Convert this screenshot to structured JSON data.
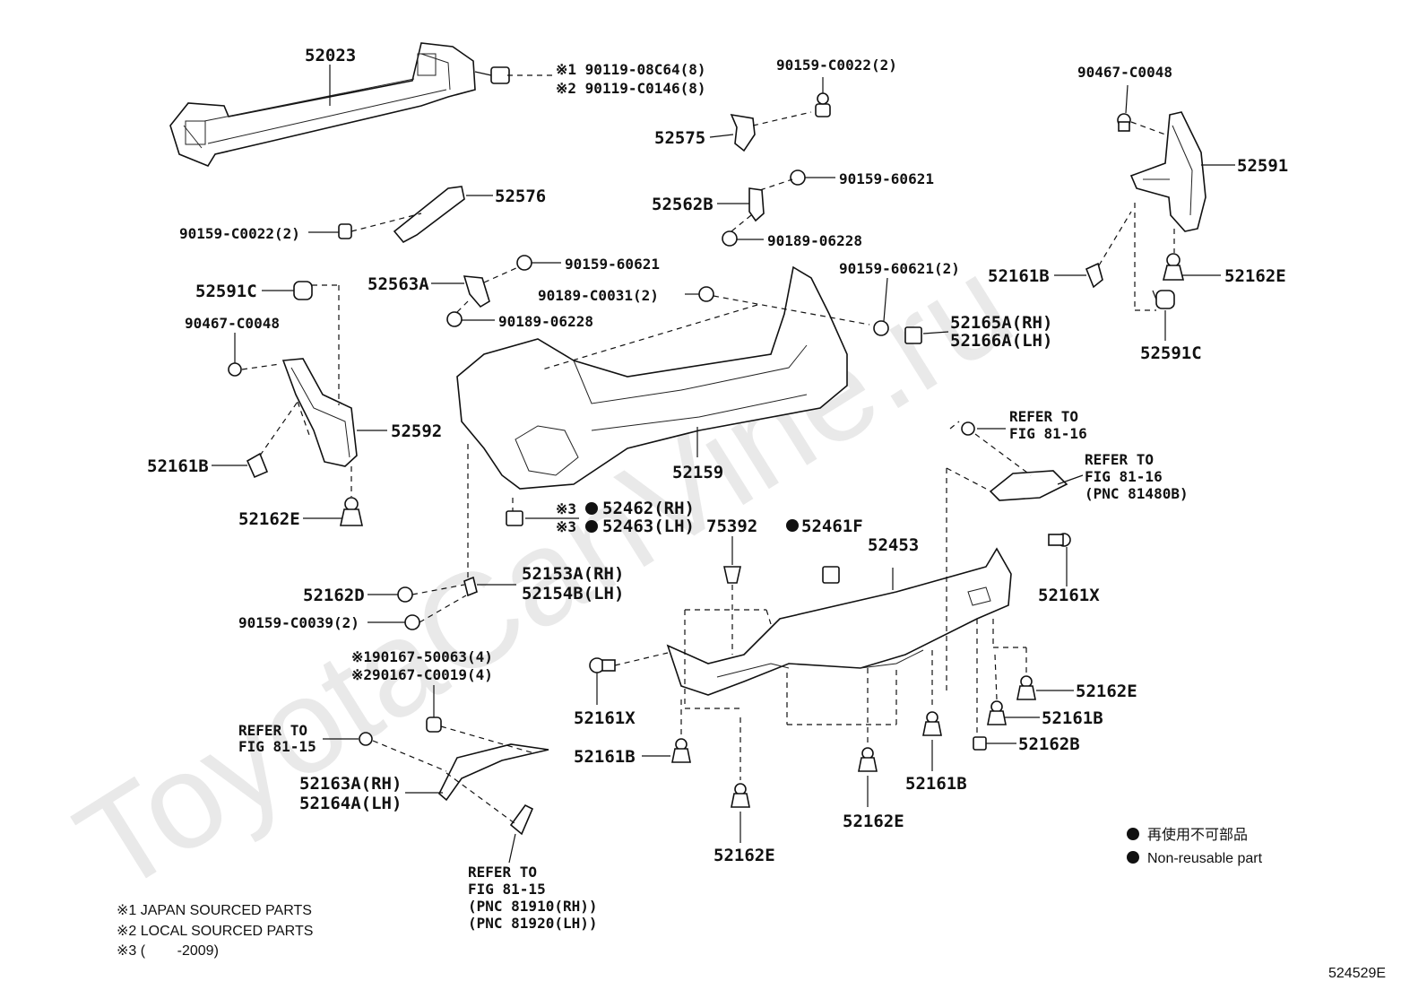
{
  "diagram": {
    "watermark": "ToyotaCanVine.ru",
    "figure_number": "524529E",
    "callouts": {
      "p52023": "52023",
      "bolt_japan": "※1 90119-08C64(8)",
      "bolt_local": "※2 90119-C0146(8)",
      "p90159_c0022_top": "90159-C0022(2)",
      "p52575": "52575",
      "p90467_top": "90467-C0048",
      "p52591": "52591",
      "p52576": "52576",
      "p90159_c0022_left": "90159-C0022(2)",
      "p52562b": "52562B",
      "p90159_60621_a": "90159-60621",
      "p90189_06228_a": "90189-06228",
      "p52563a": "52563A",
      "p90159_60621_b": "90159-60621",
      "p90189_06228_b": "90189-06228",
      "p90189_c0031": "90189-C0031(2)",
      "p90159_60621_2": "90159-60621(2)",
      "p52165a": "52165A(RH)",
      "p52166a": "52166A(LH)",
      "p52161b_tr": "52161B",
      "p52162e_tr": "52162E",
      "p52591c_tr": "52591C",
      "p52591c_l": "52591C",
      "p90467_left": "90467-C0048",
      "p52592": "52592",
      "p52161b_l": "52161B",
      "p52162e_l": "52162E",
      "p52159": "52159",
      "refer_81_16_a_l1": "REFER TO",
      "refer_81_16_a_l2": "FIG 81-16",
      "refer_81_16_b_l1": "REFER TO",
      "refer_81_16_b_l2": "FIG 81-16",
      "refer_81_16_b_l3": "(PNC 81480B)",
      "mark3_a": "※3",
      "p52462": "52462(RH)",
      "mark3_b": "※3",
      "p52463": "52463(LH)",
      "p75392": "75392",
      "p52461f": "52461F",
      "p52453": "52453",
      "p52161x_r": "52161X",
      "p52153a": "52153A(RH)",
      "p52154b": "52154B(LH)",
      "p52162d": "52162D",
      "p90159_c0039": "90159-C0039(2)",
      "nut_japan": "※190167-50063(4)",
      "nut_local": "※290167-C0019(4)",
      "refer_81_15_a_l1": "REFER TO",
      "refer_81_15_a_l2": "FIG 81-15",
      "p52161x_l": "52161X",
      "p52162e_mr": "52162E",
      "p52161b_mr": "52161B",
      "p52163a": "52163A(RH)",
      "p52164a": "52164A(LH)",
      "p52161b_bl": "52161B",
      "p52162b": "52162B",
      "p52161b_bm": "52161B",
      "p52162e_bm": "52162E",
      "p52162e_b": "52162E",
      "refer_81_15_b_l1": "REFER TO",
      "refer_81_15_b_l2": "FIG 81-15",
      "refer_81_15_b_l3": "(PNC 81910(RH))",
      "refer_81_15_b_l4": "(PNC 81920(LH))"
    },
    "legend": {
      "non_reusable_jp": "再使用不可部品",
      "non_reusable_en": "Non-reusable part"
    },
    "footnotes": {
      "note1": "※1 JAPAN SOURCED PARTS",
      "note2": "※2 LOCAL SOURCED PARTS",
      "note3": "※3 (        -2009)"
    }
  }
}
